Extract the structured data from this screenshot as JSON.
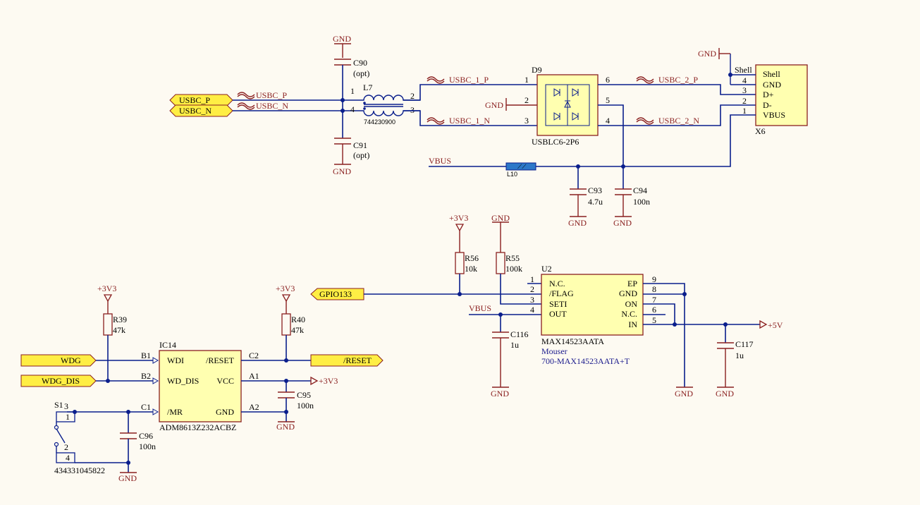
{
  "power": {
    "gnd": "GND",
    "v33": "+3V3",
    "v5": "+5V",
    "vbus": "VBUS"
  },
  "ports": {
    "usbc_p": "USBC_P",
    "usbc_n": "USBC_N",
    "gpio133": "GPIO133",
    "wdg": "WDG",
    "wdg_dis": "WDG_DIS",
    "reset": "/RESET"
  },
  "netlabels": {
    "usbc_p": "USBC_P",
    "usbc_n": "USBC_N",
    "usbc1p": "USBC_1_P",
    "usbc1n": "USBC_1_N",
    "usbc2p": "USBC_2_P",
    "usbc2n": "USBC_2_N"
  },
  "c90": {
    "des": "C90",
    "val": "(opt)"
  },
  "c91": {
    "des": "C91",
    "val": "(opt)"
  },
  "l7": {
    "des": "L7",
    "val": "744230900",
    "p1": "1",
    "p2": "2",
    "p3": "3",
    "p4": "4"
  },
  "d9": {
    "des": "D9",
    "val": "USBLC6-2P6",
    "p1": "1",
    "p2": "2",
    "p3": "3",
    "p4": "4",
    "p5": "5",
    "p6": "6"
  },
  "x6": {
    "des": "X6",
    "pins": [
      "Shell",
      "GND",
      "D+",
      "D-",
      "VBUS"
    ],
    "nums": [
      "4",
      "3",
      "2",
      "1"
    ]
  },
  "l10": {
    "des": "L10"
  },
  "c93": {
    "des": "C93",
    "val": "4.7u"
  },
  "c94": {
    "des": "C94",
    "val": "100n"
  },
  "r56": {
    "des": "R56",
    "val": "10k"
  },
  "r55": {
    "des": "R55",
    "val": "100k"
  },
  "u2": {
    "des": "U2",
    "val": "MAX14523AATA",
    "vendor": "Mouser",
    "pn": "700-MAX14523AATA+T",
    "left": [
      "N.C.",
      "/FLAG",
      "SETI",
      "OUT"
    ],
    "lnum": [
      "1",
      "2",
      "3",
      "4"
    ],
    "right": [
      "EP",
      "GND",
      "ON",
      "N.C.",
      "IN"
    ],
    "rnum": [
      "9",
      "8",
      "7",
      "6",
      "5"
    ]
  },
  "c116": {
    "des": "C116",
    "val": "1u"
  },
  "c117": {
    "des": "C117",
    "val": "1u"
  },
  "r39": {
    "des": "R39",
    "val": "47k"
  },
  "r40": {
    "des": "R40",
    "val": "47k"
  },
  "ic14": {
    "des": "IC14",
    "val": "ADM8613Z232ACBZ",
    "left": [
      "WDI",
      "WD_DIS",
      "/MR"
    ],
    "lnum": [
      "B1",
      "B2",
      "C1"
    ],
    "right": [
      "/RESET",
      "VCC",
      "GND"
    ],
    "rnum": [
      "C2",
      "A1",
      "A2"
    ]
  },
  "c95": {
    "des": "C95",
    "val": "100n"
  },
  "c96": {
    "des": "C96",
    "val": "100n"
  },
  "s1": {
    "des": "S1",
    "val": "434331045822",
    "p1": "1",
    "p2": "2",
    "p3": "3",
    "p4": "4"
  }
}
